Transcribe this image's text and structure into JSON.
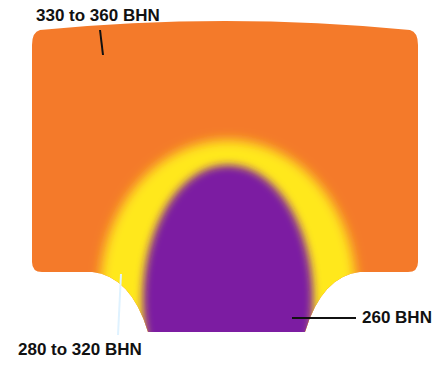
{
  "diagram": {
    "labels": [
      "330 to 360 BHN",
      "280 to 320 BHN",
      "260 BHN"
    ]
  }
}
